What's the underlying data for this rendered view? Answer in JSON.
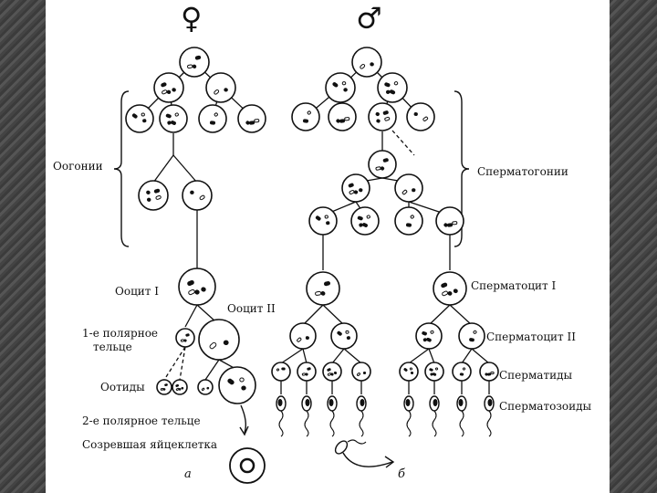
{
  "labels": {
    "oogonia": "Оогонии",
    "spermatogonia": "Сперматогонии",
    "oocyte1": "Ооцит I",
    "oocyte2": "Ооцит II",
    "polar1_line1": "1-е полярное",
    "polar1_line2": "тельце",
    "ootids": "Оотиды",
    "polar2": "2-е полярное тельце",
    "mature_egg": "Созревшая яйцеклетка",
    "spermatocyte1": "Сперматоцит I",
    "spermatocyte2": "Сперматоцит II",
    "spermatids": "Сперматиды",
    "spermatozoa": "Сперматозоиды",
    "sub_a": "а",
    "sub_b": "б"
  },
  "symbols": {
    "female": "♀",
    "male": "♂"
  },
  "colors": {
    "ink": "#111111",
    "page": "#ffffff",
    "frame": "#4a4a4a"
  }
}
